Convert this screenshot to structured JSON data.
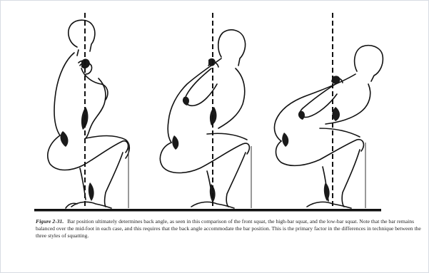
{
  "figure": {
    "label": "Figure 2-31.",
    "caption": "Bar position ultimately determines back angle, as seen in this comparison of the front squat, the high-bar squat, and the low-bar squat. Note that the bar remains balanced over the mid-foot in each case, and this requires that the back angle accommodate the bar position. This is the primary factor in the differences in technique between the three styles of squatting."
  },
  "colors": {
    "ink": "#111111",
    "skin_shadow": "#1a1a1a",
    "background": "#ffffff",
    "border": "#d8dce3"
  },
  "figures": [
    {
      "name": "front-squat"
    },
    {
      "name": "high-bar-squat"
    },
    {
      "name": "low-bar-squat"
    }
  ]
}
